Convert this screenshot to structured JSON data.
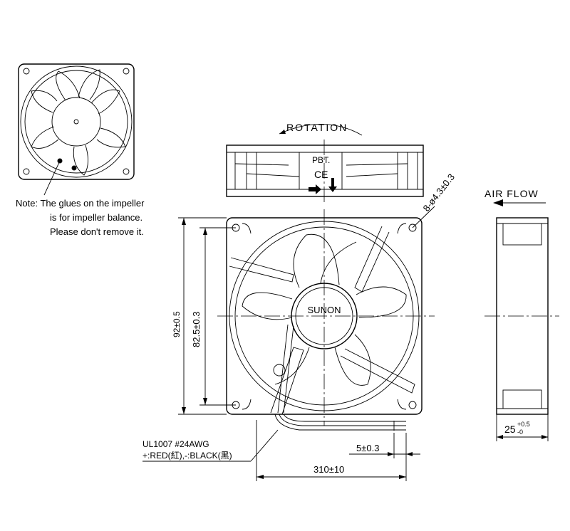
{
  "note": {
    "line1": "Note: The glues on the impeller",
    "line2": "is for impeller balance.",
    "line3": "Please don't remove it."
  },
  "side_view": {
    "rotation_label": "ROTATION",
    "material": "PBT.",
    "ce_mark": "CE"
  },
  "front_view": {
    "brand": "SUNON",
    "hole_spec": "8-ø4.3±0.3",
    "width_dim": "92±0.5",
    "hole_pitch_dim": "82.5±0.3"
  },
  "right_view": {
    "airflow_label": "AIR FLOW",
    "depth_dim": "25",
    "depth_tol_upper": "+0.5",
    "depth_tol_lower": "-0"
  },
  "wire": {
    "spec_line1": "UL1007  #24AWG",
    "spec_line2": "+:RED(紅),-:BLACK(黑)",
    "strip_dim": "5±0.3",
    "length_dim": "310±10"
  }
}
